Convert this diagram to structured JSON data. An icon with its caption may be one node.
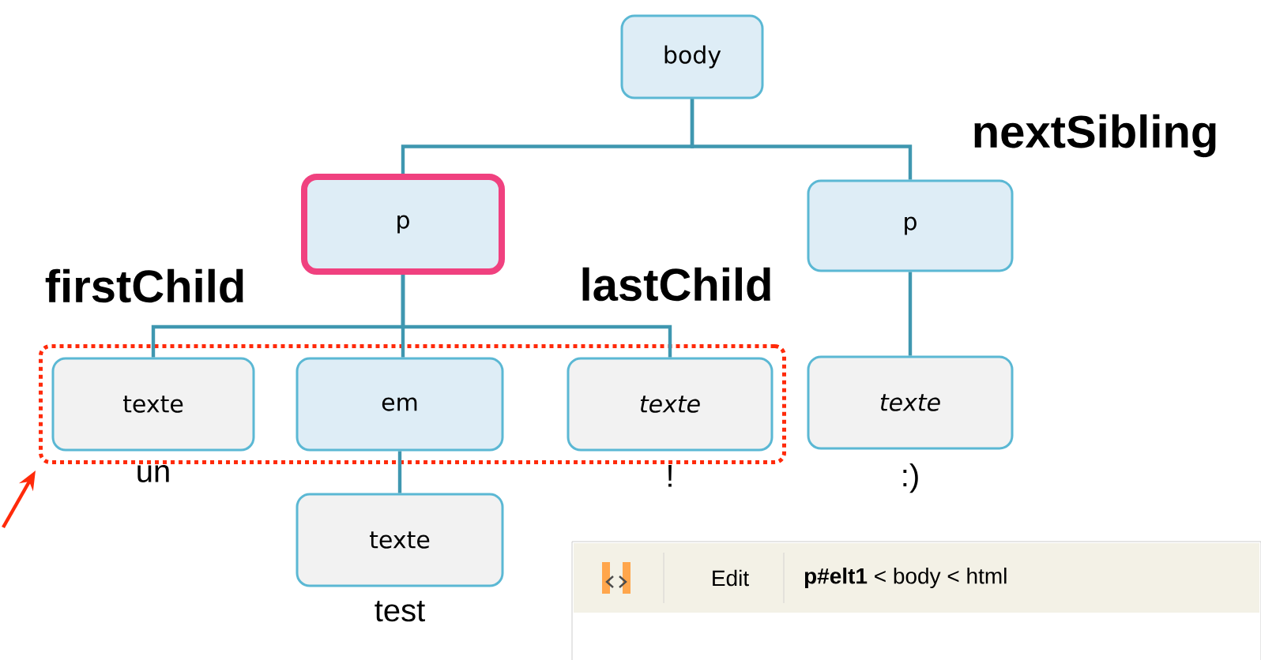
{
  "diagram": {
    "nodes": [
      {
        "text": [
          "body"
        ]
      },
      {
        "text": [
          "p"
        ]
      },
      {
        "text": [
          "p"
        ]
      },
      {
        "text": [],
        "shape": "box"
      },
      {
        "text": [
          "texte"
        ],
        "in": 3,
        "beside": [
          "un"
        ]
      },
      {
        "text": [
          "em"
        ],
        "in": 3
      },
      {
        "text": [
          "texte"
        ],
        "in": 3,
        "beside": [
          "!"
        ]
      },
      {
        "text": [
          "texte"
        ],
        "beside": [
          ":)"
        ]
      },
      {
        "text": [
          "texte"
        ],
        "beside": [
          "test"
        ]
      }
    ],
    "edges": [
      {
        "from": 0,
        "to": 1,
        "arrow": "none"
      },
      {
        "from": 0,
        "to": 2,
        "arrow": "none"
      },
      {
        "from": 1,
        "to": 4,
        "arrow": "none"
      },
      {
        "from": 1,
        "to": 5,
        "arrow": "none"
      },
      {
        "from": 1,
        "to": 6,
        "arrow": "none"
      },
      {
        "from": 2,
        "to": 7,
        "arrow": "none"
      },
      {
        "from": 5,
        "to": 8,
        "arrow": "none"
      },
      {
        "from": null,
        "to": 3,
        "arrow": "to",
        "color": "#ff2a0a"
      }
    ],
    "labels": [
      "nextSibling",
      "firstChild",
      "lastChild",
      "Edit",
      "**p#elt1** < body < html"
    ]
  }
}
